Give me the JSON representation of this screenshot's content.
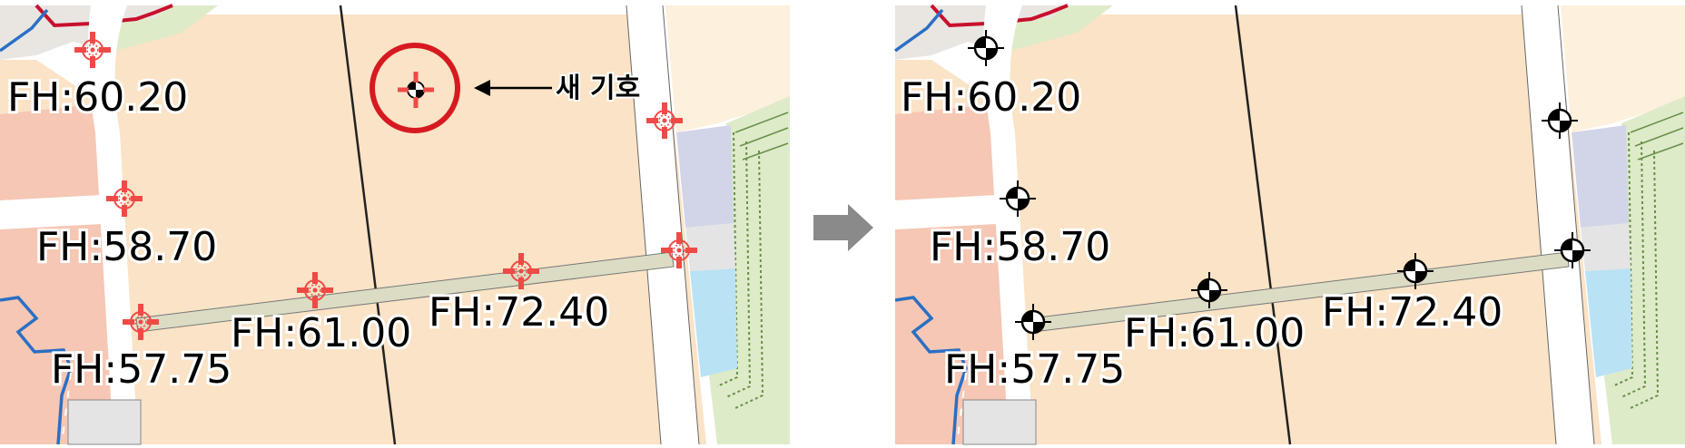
{
  "annotation": {
    "new_symbol_label": "새 기호"
  },
  "fh_labels": [
    "FH:60.20",
    "FH:58.70",
    "FH:61.00",
    "FH:72.40",
    "FH:57.75"
  ],
  "arrow_icon": "right-arrow-icon",
  "colors": {
    "parcel": "#fae3c6",
    "parcel_pink": "#f5c7b4",
    "road": "#ffffff",
    "path_strip": "#dcdcc4",
    "blue_block": "#b9e2f4",
    "lavender_block": "#d2d4e8",
    "gray_block": "#e4e4e4",
    "green_area": "#ddebc9",
    "red_boundary": "#c8102e",
    "old_symbol": "#ee4a46",
    "highlight_circle": "#d71920",
    "new_symbol": "#000000",
    "water_line": "#2b6fc4",
    "arrow": "#8a8a8a"
  }
}
